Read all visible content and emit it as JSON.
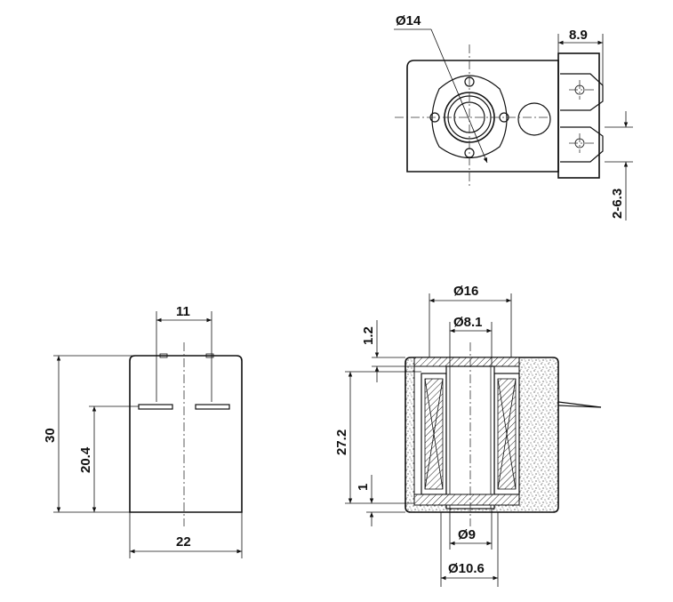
{
  "top_view": {
    "diameter_label": "Ø14",
    "terminal_length_label": "8.9",
    "terminal_width_label": "2-6.3"
  },
  "side_view": {
    "width_label": "11",
    "height_label": "30",
    "slot_height_label": "20.4",
    "base_width_label": "22"
  },
  "section_view": {
    "outer_diameter_label": "Ø16",
    "inner_diameter_label": "Ø8.1",
    "top_gap_label": "1.2",
    "coil_height_label": "27.2",
    "bottom_gap_label": "1",
    "bore_label": "Ø9",
    "base_diameter_label": "Ø10.6"
  }
}
